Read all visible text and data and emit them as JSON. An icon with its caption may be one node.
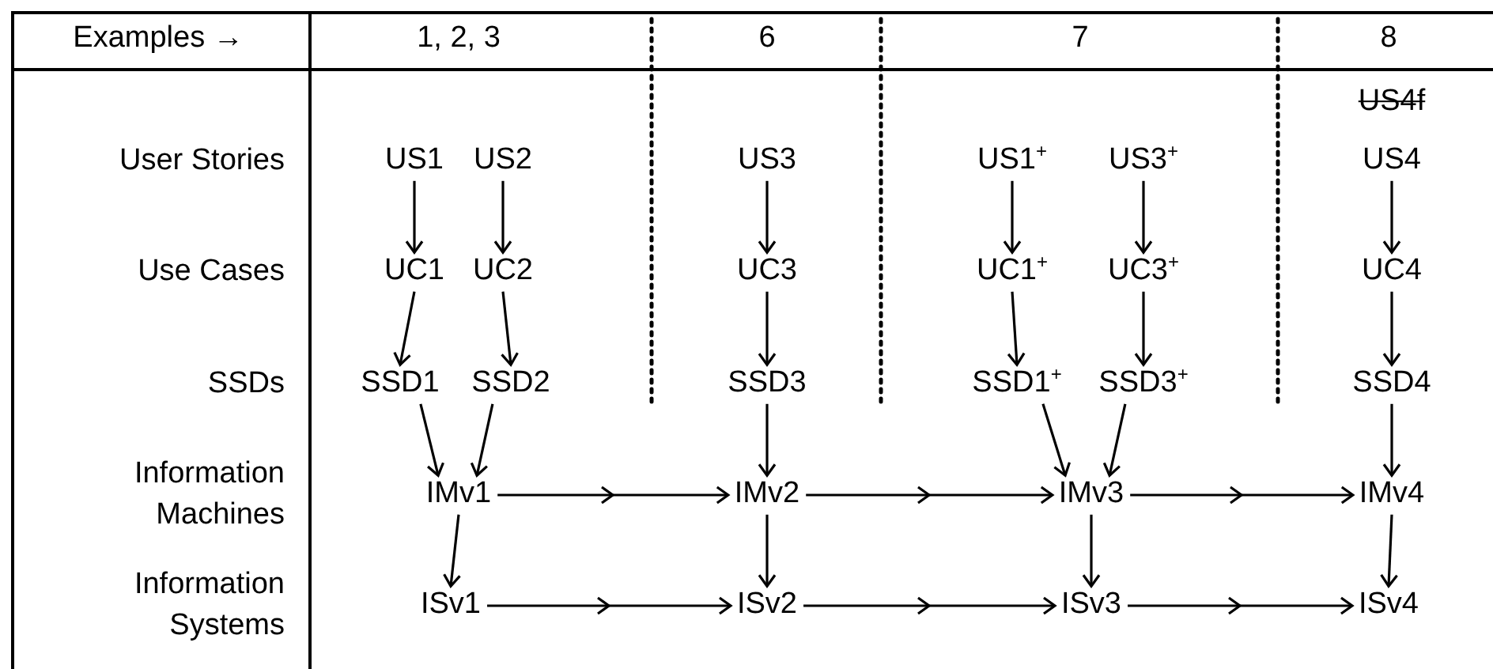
{
  "diagram": {
    "nodes": [
      {
        "text": [
          "US1"
        ]
      },
      {
        "text": [
          "US2"
        ]
      },
      {
        "text": [
          "US3"
        ]
      },
      {
        "text": [
          "US1$^{+}$"
        ]
      },
      {
        "text": [
          "US3$^{+}$"
        ]
      },
      {
        "text": [
          "US4"
        ]
      },
      {
        "text": [
          "UC1"
        ]
      },
      {
        "text": [
          "UC2"
        ]
      },
      {
        "text": [
          "UC3"
        ]
      },
      {
        "text": [
          "UC1$^{+}$"
        ]
      },
      {
        "text": [
          "UC3$^{+}$"
        ]
      },
      {
        "text": [
          "UC4"
        ]
      },
      {
        "text": [
          "SSD1"
        ]
      },
      {
        "text": [
          "SSD2"
        ]
      },
      {
        "text": [
          "SSD3"
        ]
      },
      {
        "text": [
          "SSD1$^{+}$"
        ]
      },
      {
        "text": [
          "SSD3$^{+}$"
        ]
      },
      {
        "text": [
          "SSD4"
        ]
      },
      {
        "text": [
          "IMv1"
        ]
      },
      {
        "text": [
          "IMv2"
        ]
      },
      {
        "text": [
          "IMv3"
        ]
      },
      {
        "text": [
          "IMv4"
        ]
      },
      {
        "text": [
          "ISv1"
        ]
      },
      {
        "text": [
          "ISv2"
        ]
      },
      {
        "text": [
          "ISv3"
        ]
      },
      {
        "text": [
          "ISv4"
        ]
      }
    ],
    "edges": [
      {
        "from": 0,
        "to": 6,
        "arrow": "to"
      },
      {
        "from": 1,
        "to": 7,
        "arrow": "to"
      },
      {
        "from": 2,
        "to": 8,
        "arrow": "to"
      },
      {
        "from": 3,
        "to": 9,
        "arrow": "to"
      },
      {
        "from": 4,
        "to": 10,
        "arrow": "to"
      },
      {
        "from": 5,
        "to": 11,
        "arrow": "to"
      },
      {
        "from": 6,
        "to": 12,
        "arrow": "to"
      },
      {
        "from": 7,
        "to": 13,
        "arrow": "to"
      },
      {
        "from": 8,
        "to": 14,
        "arrow": "to"
      },
      {
        "from": 9,
        "to": 15,
        "arrow": "to"
      },
      {
        "from": 10,
        "to": 16,
        "arrow": "to"
      },
      {
        "from": 11,
        "to": 17,
        "arrow": "to"
      },
      {
        "from": 12,
        "to": 18,
        "arrow": "to"
      },
      {
        "from": 13,
        "to": 18,
        "arrow": "to"
      },
      {
        "from": 14,
        "to": 19,
        "arrow": "to"
      },
      {
        "from": 15,
        "to": 20,
        "arrow": "to"
      },
      {
        "from": 16,
        "to": 20,
        "arrow": "to"
      },
      {
        "from": 17,
        "to": 21,
        "arrow": "to"
      },
      {
        "from": 18,
        "to": 19,
        "arrow": "to"
      },
      {
        "from": 19,
        "to": 20,
        "arrow": "to"
      },
      {
        "from": 20,
        "to": 21,
        "arrow": "to"
      },
      {
        "from": 18,
        "to": 22,
        "arrow": "to"
      },
      {
        "from": 19,
        "to": 23,
        "arrow": "to"
      },
      {
        "from": 20,
        "to": 24,
        "arrow": "to"
      },
      {
        "from": 21,
        "to": 25,
        "arrow": "to"
      },
      {
        "from": 22,
        "to": 23,
        "arrow": "to"
      },
      {
        "from": 23,
        "to": 24,
        "arrow": "to"
      },
      {
        "from": 24,
        "to": 25,
        "arrow": "to"
      }
    ],
    "labels": [
      "Examples →",
      "1, 2, 3",
      "6",
      "7",
      "8",
      "US4f",
      "User Stories",
      "Use Cases",
      "SSDs",
      "Information Machines",
      "Information Systems"
    ]
  }
}
